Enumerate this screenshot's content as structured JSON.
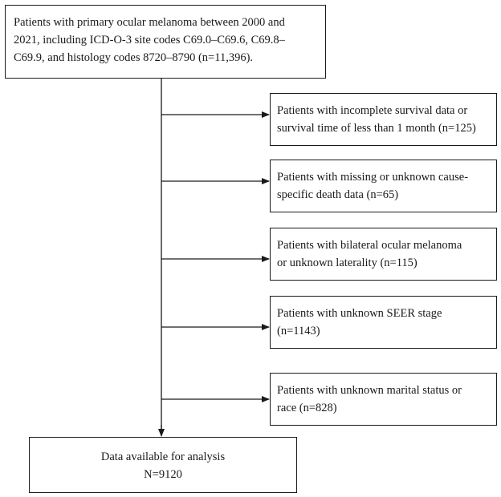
{
  "start": {
    "lines": [
      "Patients with primary ocular melanoma between 2000 and",
      "2021, including ICD-O-3 site codes C69.0–C69.6, C69.8–",
      "C69.9, and histology codes 8720–8790 (n=11,396)."
    ]
  },
  "exclusions": [
    {
      "lines": [
        "Patients with incomplete survival data or",
        "survival time of less than 1 month (n=125)"
      ]
    },
    {
      "lines": [
        "Patients with  missing or unknown cause-",
        "specific death data (n=65)"
      ]
    },
    {
      "lines": [
        "Patients with  bilateral ocular melanoma",
        "or unknown laterality (n=115)"
      ]
    },
    {
      "lines": [
        "Patients with unknown SEER stage",
        "(n=1143)"
      ]
    },
    {
      "lines": [
        "Patients with  unknown marital status or",
        "race (n=828)"
      ]
    }
  ],
  "end": {
    "lines": [
      "Data available for analysis",
      "N=9120"
    ]
  }
}
